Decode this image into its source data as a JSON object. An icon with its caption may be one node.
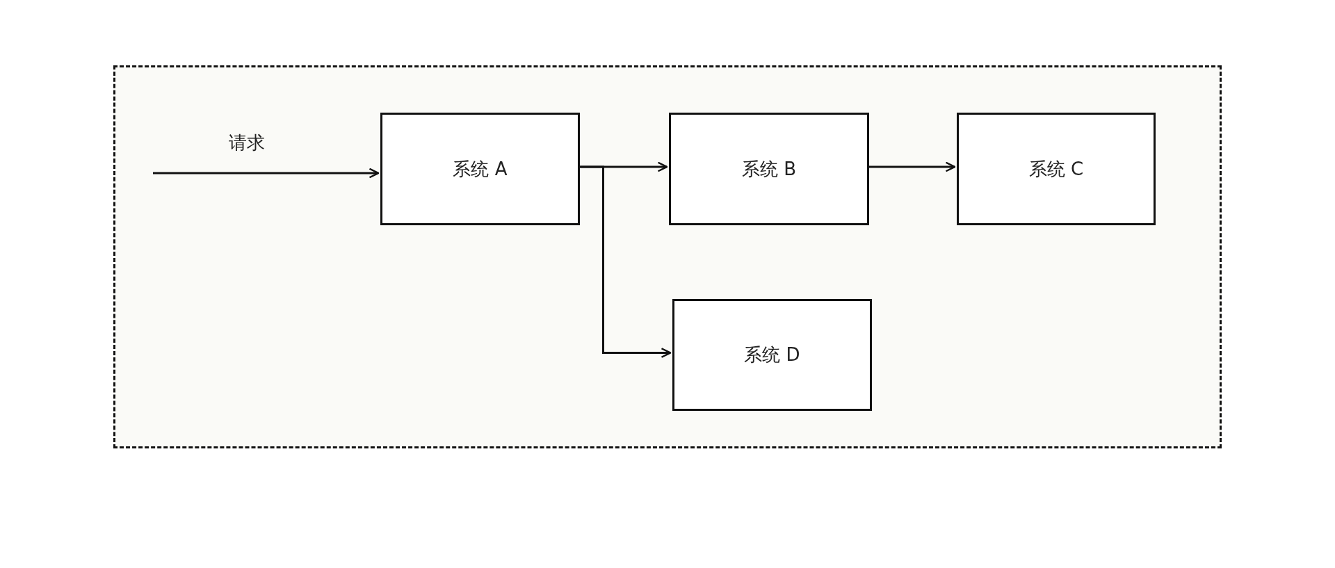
{
  "diagram": {
    "nodes": [
      {
        "text": [],
        "shape": "box"
      },
      {
        "text": [
          "系统 A"
        ],
        "in": 0
      },
      {
        "text": [
          "系统 B"
        ],
        "in": 0
      },
      {
        "text": [
          "系统 C"
        ],
        "in": 0
      },
      {
        "text": [
          "系统 D"
        ],
        "in": 0
      }
    ],
    "edges": [
      {
        "from": null,
        "to": 1,
        "arrow": "to",
        "label": "请求"
      },
      {
        "from": 1,
        "to": 2,
        "arrow": "to"
      },
      {
        "from": 2,
        "to": 3,
        "arrow": "to"
      },
      {
        "from": 1,
        "to": 4,
        "arrow": "to"
      }
    ]
  }
}
